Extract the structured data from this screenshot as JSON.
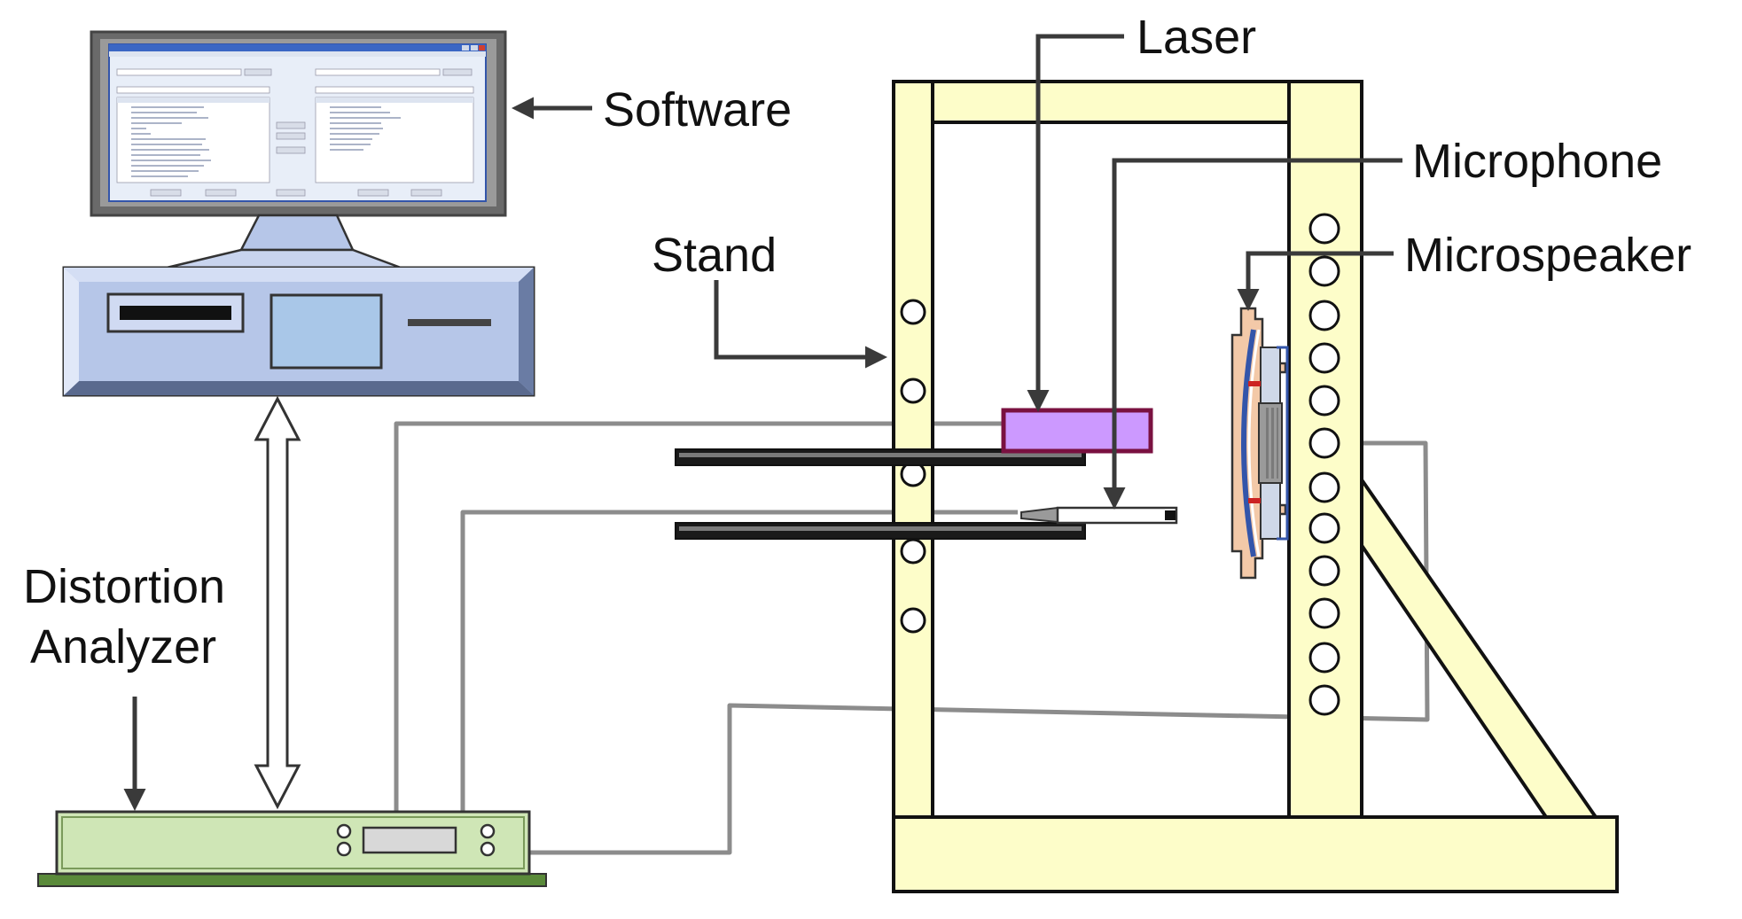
{
  "labels": {
    "software": "Software",
    "laser": "Laser",
    "microphone": "Microphone",
    "microspeaker": "Microspeaker",
    "stand": "Stand",
    "distortion_line1": "Distortion",
    "distortion_line2": "Analyzer"
  },
  "colors": {
    "stand_fill": "#fdfdc9",
    "laser_fill": "#cc99ff",
    "laser_stroke": "#7a1140",
    "analyzer_fill": "#cfe6b6",
    "analyzer_base": "#5a8a3a",
    "computer_fill": "#b6c6e8",
    "cable": "#8c8c8c",
    "arrow": "#3a3a3a",
    "speaker_frame": "#f3c9a8",
    "speaker_blue": "#3355aa"
  },
  "icons": {
    "double_arrow": "bidirectional-arrow-icon",
    "pointer_arrow": "pointer-arrow-icon"
  }
}
